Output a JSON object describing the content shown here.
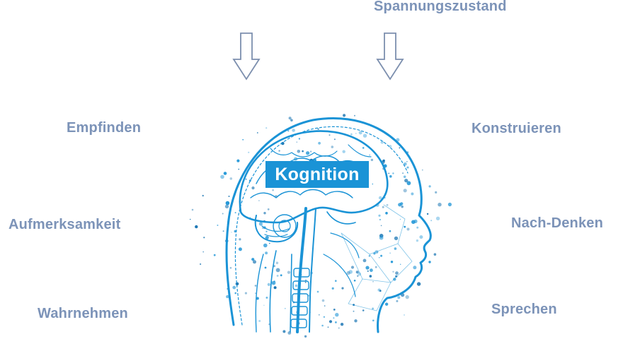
{
  "diagram": {
    "center_label": "Kognition",
    "top_label": "Spannungszustand",
    "left_labels": [
      "Empfinden",
      "Aufmerksamkeit",
      "Wahrnehmen"
    ],
    "right_labels": [
      "Konstruieren",
      "Nach-Denken",
      "Sprechen"
    ]
  },
  "colors": {
    "label_text": "#7c93b8",
    "accent_blue": "#1a93d6",
    "arrow_stroke": "#7c8fae"
  },
  "icons": [
    "down-arrow-icon",
    "brain-head-icon"
  ]
}
